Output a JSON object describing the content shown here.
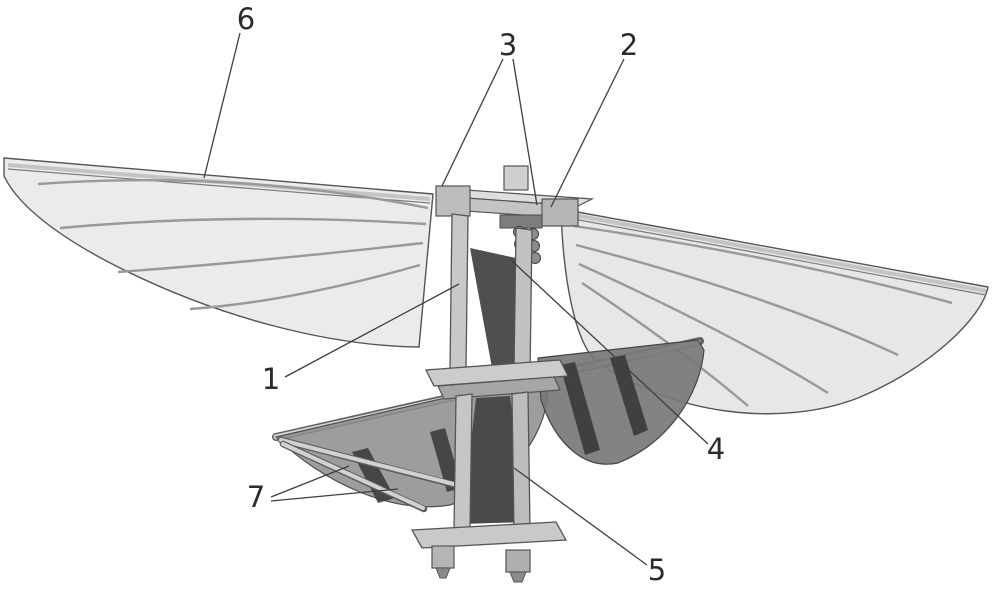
{
  "figure": {
    "type": "patent-technical-diagram",
    "description": "Isometric line drawing of a four-winged flapping-wing aircraft: two large upper membrane wings with veins, a central vertical crank/linkage frame, and two darker lower tail wings on a cross spar, annotated with numbered callouts",
    "background_color": "#ffffff",
    "line_color": "#3f3f3f",
    "wing_fill": "#ebebeb",
    "tail_fill_left": "#8c8c8c",
    "tail_fill_right": "#787878",
    "frame_fill": "#c6c6c6",
    "dark_linkage_fill": "#4a4a4a",
    "callouts": [
      {
        "num": "1"
      },
      {
        "num": "2"
      },
      {
        "num": "3"
      },
      {
        "num": "4"
      },
      {
        "num": "5"
      },
      {
        "num": "6"
      },
      {
        "num": "7"
      }
    ]
  }
}
